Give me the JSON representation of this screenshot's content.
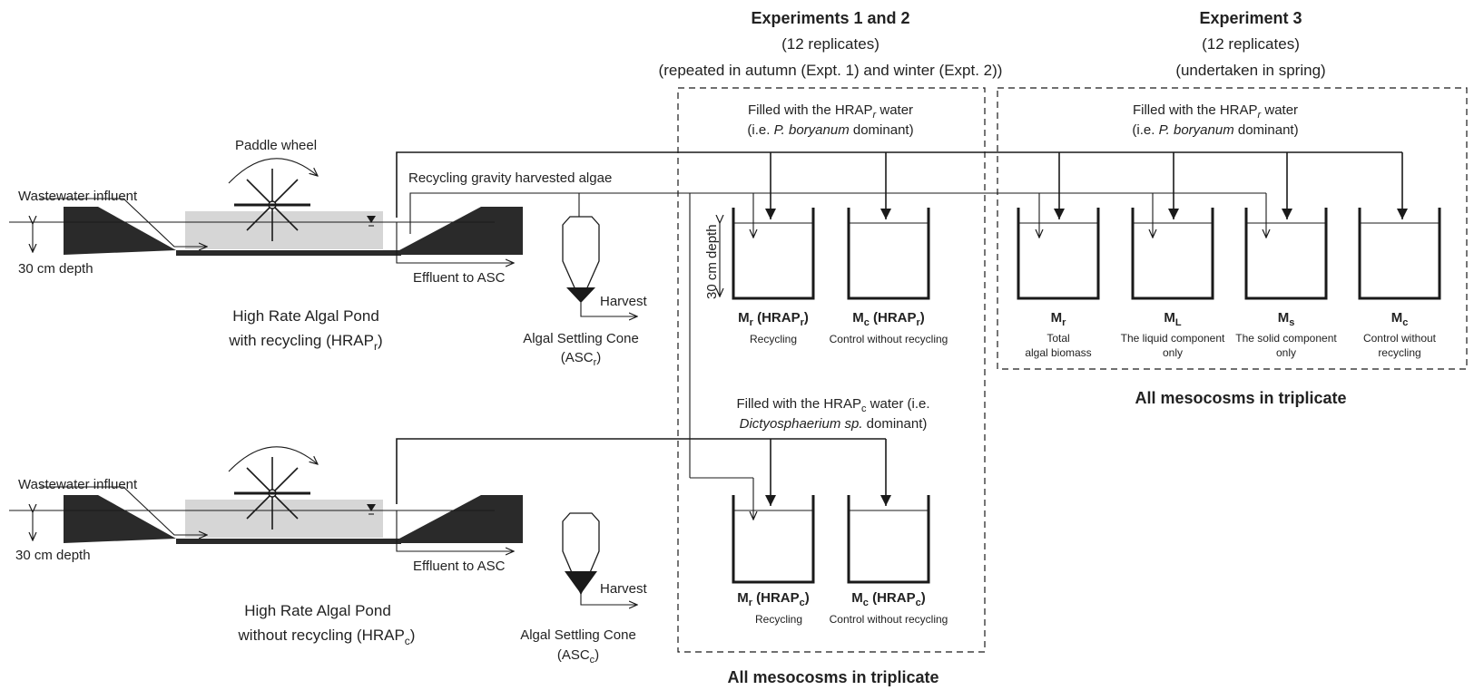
{
  "experiments_1_2": {
    "title": "Experiments 1 and 2",
    "replicates": "(12 replicates)",
    "season": "(repeated in autumn (Expt. 1) and winter (Expt. 2))",
    "fill_r_line1": "Filled with the HRAP",
    "fill_r_sub": "r",
    "fill_r_line1_end": " water",
    "fill_r_line2_pre": "(i.e. ",
    "fill_r_line2_species": "P. boryanum",
    "fill_r_line2_post": " dominant)",
    "fill_c_line1_pre": "Filled with the HRAP",
    "fill_c_sub": "c",
    "fill_c_line1_post": " water (i.e.",
    "fill_c_line2_species": "Dictyosphaerium sp.",
    "fill_c_line2_post": " dominant)",
    "mesocosms": [
      {
        "label": "M",
        "sub": "r",
        "paren": " (HRAP",
        "psub": "r",
        "close": ")",
        "caption": "Recycling"
      },
      {
        "label": "M",
        "sub": "c",
        "paren": " (HRAP",
        "psub": "r",
        "close": ")",
        "caption": "Control without recycling"
      },
      {
        "label": "M",
        "sub": "r",
        "paren": " (HRAP",
        "psub": "c",
        "close": ")",
        "caption": "Recycling"
      },
      {
        "label": "M",
        "sub": "c",
        "paren": " (HRAP",
        "psub": "c",
        "close": ")",
        "caption": "Control without recycling"
      }
    ],
    "footer": "All mesocosms in triplicate"
  },
  "experiment_3": {
    "title": "Experiment 3",
    "replicates": "(12 replicates)",
    "season": "(undertaken in spring)",
    "fill_line1_pre": "Filled with the HRAP",
    "fill_sub": "r",
    "fill_line1_post": " water",
    "fill_line2_pre": "(i.e. ",
    "fill_line2_species": "P. boryanum",
    "fill_line2_post": " dominant)",
    "mesocosms": [
      {
        "label": "M",
        "sub": "r",
        "caption1": "Total",
        "caption2": "algal biomass"
      },
      {
        "label": "M",
        "sub": "L",
        "caption1": "The liquid component",
        "caption2": "only"
      },
      {
        "label": "M",
        "sub": "s",
        "caption1": "The solid component",
        "caption2": "only"
      },
      {
        "label": "M",
        "sub": "c",
        "caption1": "Control without",
        "caption2": "recycling"
      }
    ],
    "footer": "All mesocosms in triplicate"
  },
  "pond_recycling": {
    "paddle_wheel": "Paddle wheel",
    "recycling_label": "Recycling gravity harvested algae",
    "influent": "Wastewater influent",
    "depth": "30 cm depth",
    "effluent": "Effluent to ASC",
    "harvest": "Harvest",
    "name_line1": "High Rate Algal Pond",
    "name_line2_pre": "with recycling (HRAP",
    "name_sub": "r",
    "name_close": ")",
    "cone_line1": "Algal Settling Cone",
    "cone_line2_pre": "(ASC",
    "cone_sub": "r",
    "cone_close": ")"
  },
  "pond_control": {
    "influent": "Wastewater influent",
    "depth": "30 cm depth",
    "effluent": "Effluent to ASC",
    "harvest": "Harvest",
    "name_line1": "High Rate Algal Pond",
    "name_line2_pre": "without recycling (HRAP",
    "name_sub": "c",
    "name_close": ")",
    "cone_line1": "Algal Settling Cone",
    "cone_line2_pre": "(ASC",
    "cone_sub": "c",
    "cone_close": ")"
  },
  "tank_depth_label": "30 cm depth",
  "colors": {
    "ink": "#1a1a1a",
    "pond_water": "#d6d6d6",
    "pond_wall": "#2a2a2a"
  }
}
